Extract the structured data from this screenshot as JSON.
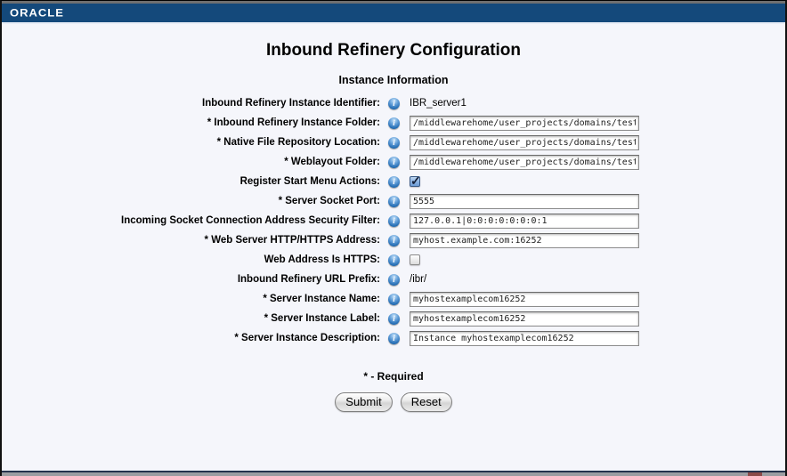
{
  "brand": {
    "logo": "ORACLE",
    "bar_color": "#14497b"
  },
  "page": {
    "title": "Inbound Refinery Configuration",
    "section_title": "Instance Information",
    "required_note": "* - Required"
  },
  "form": {
    "fields": [
      {
        "label": "Inbound Refinery Instance Identifier:",
        "required": false,
        "type": "text",
        "value": "IBR_server1"
      },
      {
        "label": "* Inbound Refinery Instance Folder:",
        "required": true,
        "type": "input",
        "value": "/middlewarehome/user_projects/domains/test"
      },
      {
        "label": "* Native File Repository Location:",
        "required": true,
        "type": "input",
        "value": "/middlewarehome/user_projects/domains/test"
      },
      {
        "label": "* Weblayout Folder:",
        "required": true,
        "type": "input",
        "value": "/middlewarehome/user_projects/domains/test"
      },
      {
        "label": "Register Start Menu Actions:",
        "required": false,
        "type": "checkbox",
        "checked": true
      },
      {
        "label": "* Server Socket Port:",
        "required": true,
        "type": "input",
        "value": "5555"
      },
      {
        "label": "Incoming Socket Connection Address Security Filter:",
        "required": false,
        "type": "input",
        "value": "127.0.0.1|0:0:0:0:0:0:0:1"
      },
      {
        "label": "* Web Server HTTP/HTTPS Address:",
        "required": true,
        "type": "input",
        "value": "myhost.example.com:16252"
      },
      {
        "label": "Web Address Is HTTPS:",
        "required": false,
        "type": "checkbox",
        "checked": false
      },
      {
        "label": "Inbound Refinery URL Prefix:",
        "required": false,
        "type": "text",
        "value": "/ibr/"
      },
      {
        "label": "* Server Instance Name:",
        "required": true,
        "type": "input",
        "value": "myhostexamplecom16252"
      },
      {
        "label": "* Server Instance Label:",
        "required": true,
        "type": "input",
        "value": "myhostexamplecom16252"
      },
      {
        "label": "* Server Instance Description:",
        "required": true,
        "type": "input",
        "value": "Instance myhostexamplecom16252"
      }
    ]
  },
  "buttons": {
    "submit": "Submit",
    "reset": "Reset"
  },
  "icons": {
    "info": "info-icon"
  }
}
